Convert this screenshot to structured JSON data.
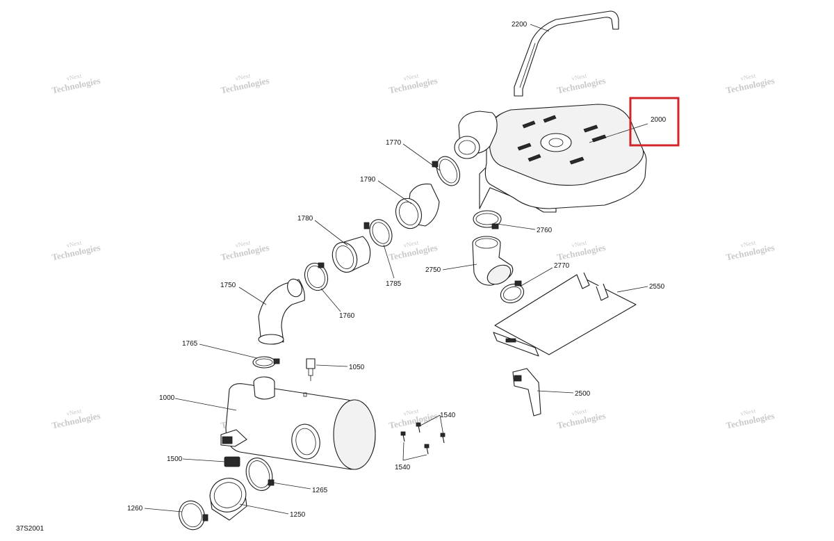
{
  "drawing": {
    "code": "37S2001"
  },
  "watermark": {
    "line1": "vNext",
    "line2": "Technologies"
  },
  "highlight": {
    "part_number": "2000",
    "color": "#d0242b"
  },
  "parts": [
    {
      "id": "2200",
      "name": "strap"
    },
    {
      "id": "2000",
      "name": "air-box-cover"
    },
    {
      "id": "1770",
      "name": "clamp"
    },
    {
      "id": "1790",
      "name": "intake-adapter"
    },
    {
      "id": "1780",
      "name": "resonator-coupler"
    },
    {
      "id": "1785",
      "name": "clamp"
    },
    {
      "id": "1760",
      "name": "clamp"
    },
    {
      "id": "1750",
      "name": "elbow-duct"
    },
    {
      "id": "1765",
      "name": "clamp"
    },
    {
      "id": "1050",
      "name": "sensor"
    },
    {
      "id": "1000",
      "name": "resonator"
    },
    {
      "id": "1500",
      "name": "grommet"
    },
    {
      "id": "1265",
      "name": "clamp"
    },
    {
      "id": "1250",
      "name": "coupler"
    },
    {
      "id": "1260",
      "name": "clamp"
    },
    {
      "id": "1540",
      "name": "screw"
    },
    {
      "id": "2760",
      "name": "clamp"
    },
    {
      "id": "2750",
      "name": "elbow-boot"
    },
    {
      "id": "2770",
      "name": "clamp"
    },
    {
      "id": "2550",
      "name": "support-plate"
    },
    {
      "id": "2500",
      "name": "bracket"
    }
  ]
}
